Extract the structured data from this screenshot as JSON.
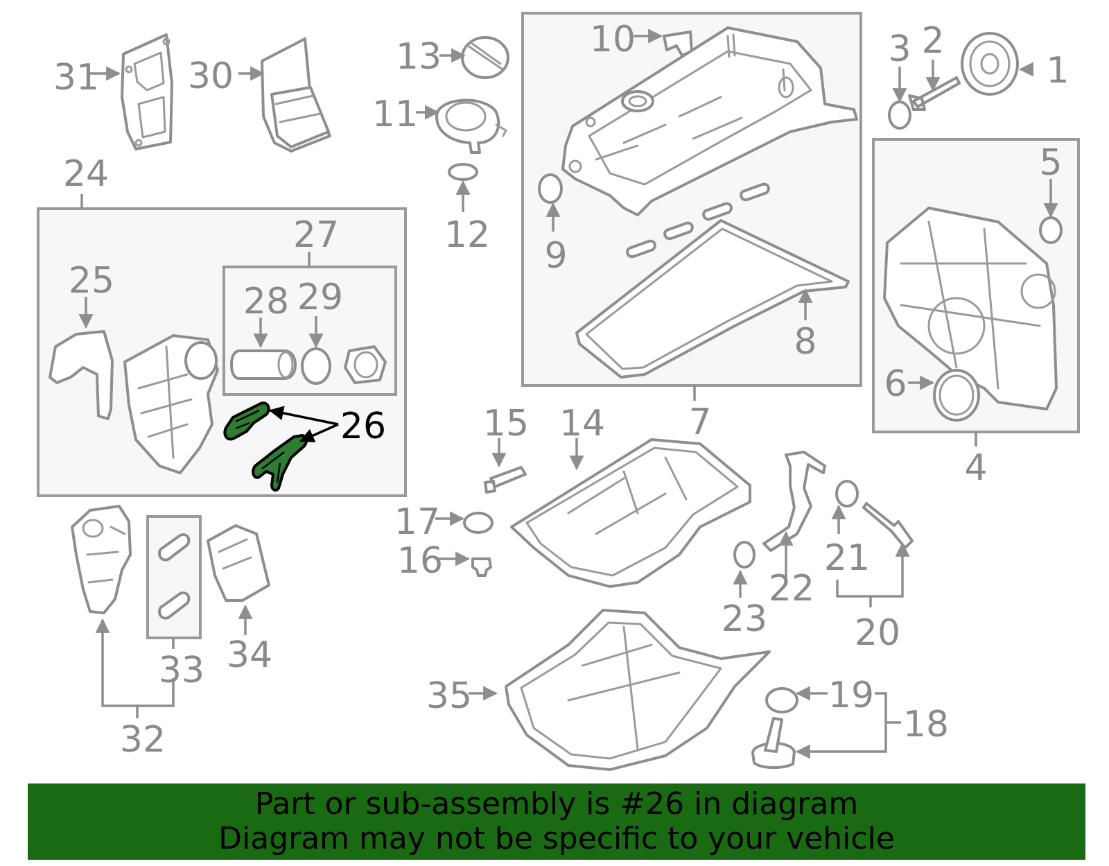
{
  "callouts": {
    "c1": "1",
    "c2": "2",
    "c3": "3",
    "c4": "4",
    "c5": "5",
    "c6": "6",
    "c7": "7",
    "c8": "8",
    "c9": "9",
    "c10": "10",
    "c11": "11",
    "c12": "12",
    "c13": "13",
    "c14": "14",
    "c15": "15",
    "c16": "16",
    "c17": "17",
    "c18": "18",
    "c19": "19",
    "c20": "20",
    "c21": "21",
    "c22": "22",
    "c23": "23",
    "c24": "24",
    "c25": "25",
    "c26": "26",
    "c27": "27",
    "c28": "28",
    "c29": "29",
    "c30": "30",
    "c31": "31",
    "c32": "32",
    "c33": "33",
    "c34": "34",
    "c35": "35"
  },
  "highlight": {
    "part_number": "26",
    "color": "#2e7d32"
  },
  "banner": {
    "line1": "Part or sub-assembly is #26 in diagram",
    "line2": "Diagram may not be specific to your vehicle",
    "background": "#1a6a13"
  }
}
